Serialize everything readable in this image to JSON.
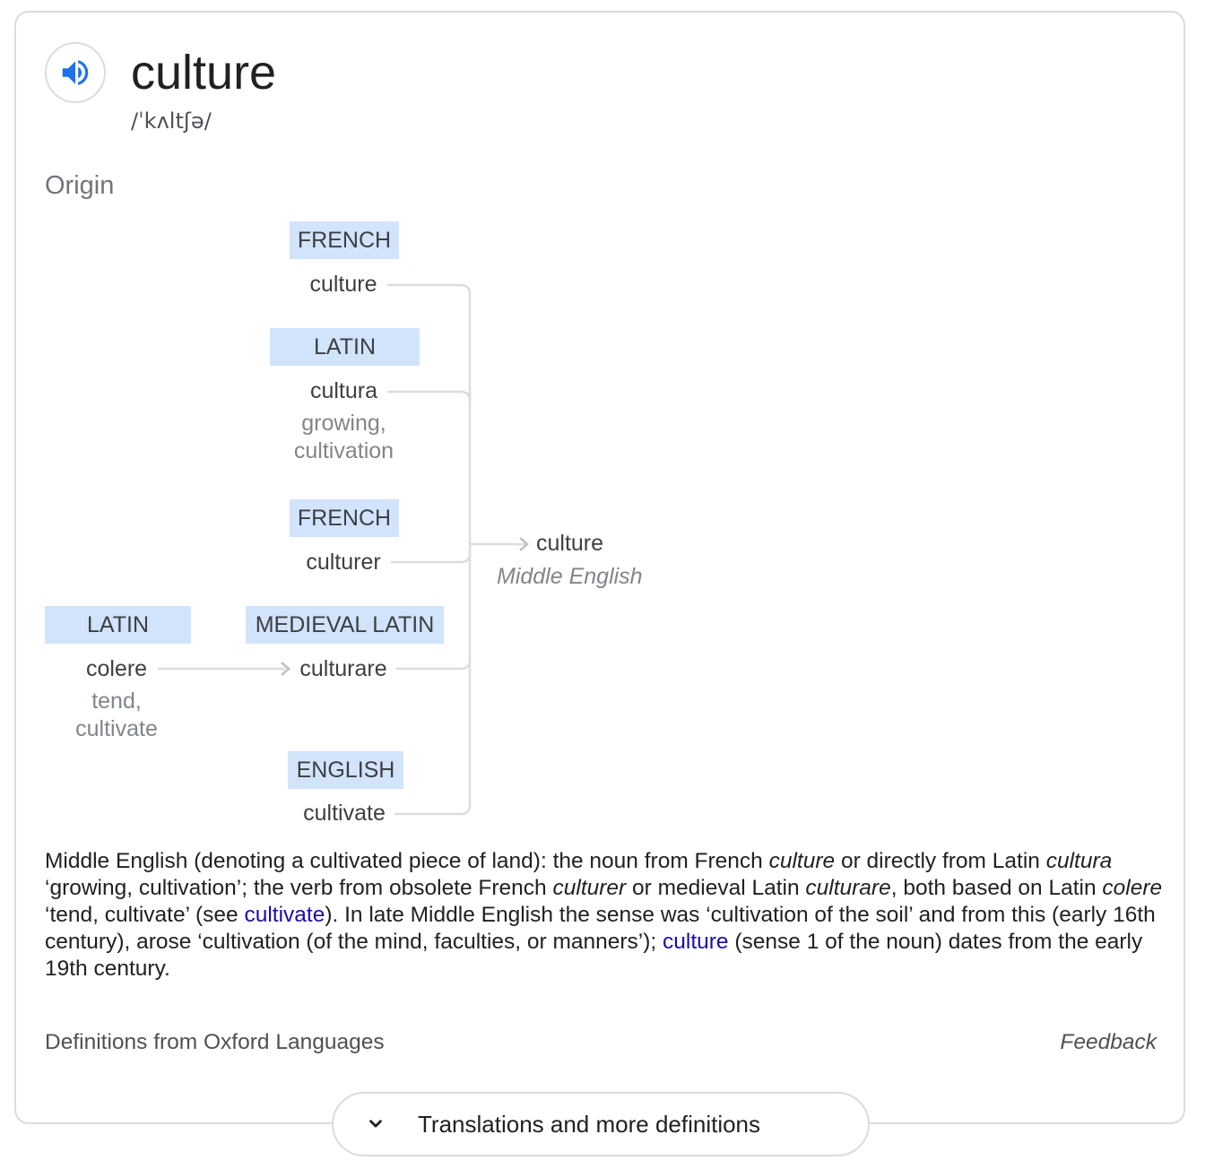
{
  "entry": {
    "word": "culture",
    "phonetic": "/ˈkʌltʃə/",
    "audio_icon": "volume-up-icon"
  },
  "origin": {
    "title": "Origin",
    "nodes": [
      {
        "id": "french1",
        "lang": "FRENCH",
        "word": "culture",
        "gloss": []
      },
      {
        "id": "latin1",
        "lang": "LATIN",
        "word": "cultura",
        "gloss": [
          "growing,",
          "cultivation"
        ]
      },
      {
        "id": "french2",
        "lang": "FRENCH",
        "word": "culturer",
        "gloss": []
      },
      {
        "id": "latin2",
        "lang": "LATIN",
        "word": "colere",
        "gloss": [
          "tend,",
          "cultivate"
        ]
      },
      {
        "id": "medlatin",
        "lang": "MEDIEVAL LATIN",
        "word": "culturare",
        "gloss": []
      },
      {
        "id": "english",
        "lang": "ENGLISH",
        "word": "cultivate",
        "gloss": []
      }
    ],
    "result": {
      "word": "culture",
      "lang": "Middle English"
    },
    "text": {
      "p1": "Middle English (denoting a cultivated piece of land): the noun from French ",
      "i1": "culture",
      "p2": " or directly from Latin ",
      "i2": "cultura",
      "p3": " ‘growing, cultivation’; the verb from obsolete French ",
      "i3": "culturer",
      "p4": " or medieval Latin ",
      "i4": "culturare",
      "p5": ", both based on Latin ",
      "i5": "colere",
      "p6": " ‘tend, cultivate’ (see ",
      "link1": "cultivate",
      "p7": "). In late Middle English the sense was ‘cultivation of the soil’ and from this (early 16th century), arose ‘cultivation (of the mind, faculties, or manners’); ",
      "link2": "culture",
      "p8": " (sense 1 of the noun) dates from the early 19th century."
    }
  },
  "footer": {
    "source": "Definitions from Oxford Languages",
    "feedback": "Feedback"
  },
  "more_button": {
    "label": "Translations and more definitions",
    "icon": "chevron-down-icon"
  },
  "colors": {
    "lang_bg": "#d2e3fc",
    "accent": "#1a73e8",
    "link": "#1a0dab",
    "line": "#dadce0"
  }
}
